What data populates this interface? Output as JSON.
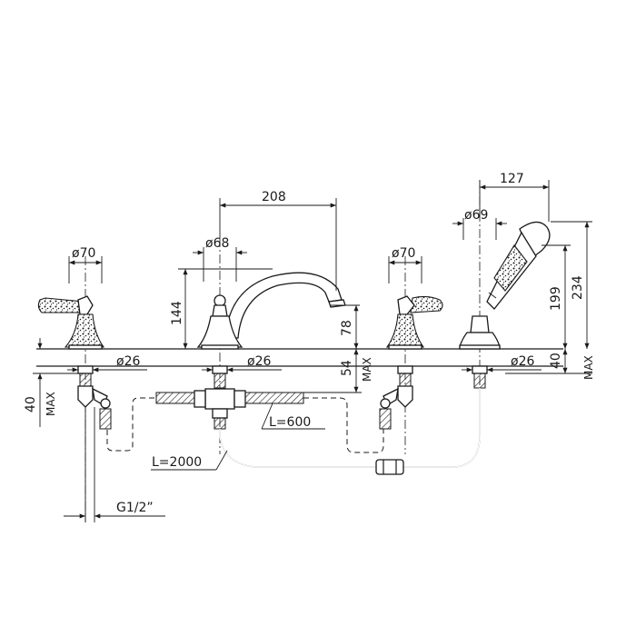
{
  "labels": {
    "d70_left": "ø70",
    "d68": "ø68",
    "d70_right": "ø70",
    "d69": "ø69",
    "w208": "208",
    "w127": "127",
    "h144": "144",
    "h78": "78",
    "h199": "199",
    "h234": "234",
    "d26_1": "ø26",
    "d26_2": "ø26",
    "d26_3": "ø26",
    "h54": "54",
    "max_54": "MAX",
    "h40_right": "40",
    "max_40_right": "MAX",
    "h40_left": "40",
    "max_40_left": "MAX",
    "l600": "L=600",
    "l2000": "L=2000",
    "g12": "G1/2”"
  }
}
